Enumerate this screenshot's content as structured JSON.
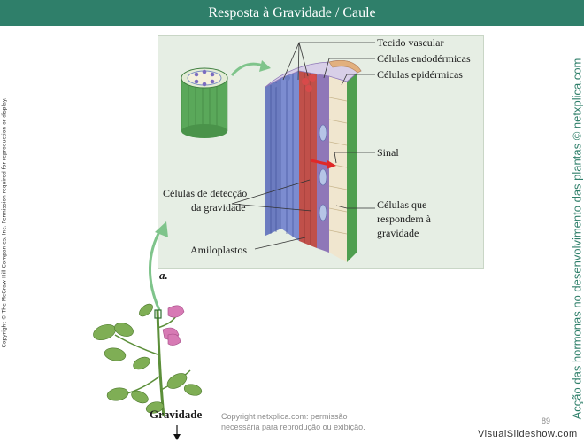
{
  "header": {
    "title": "Resposta à Gravidade / Caule"
  },
  "diagram": {
    "labels": {
      "vascular": "Tecido vascular",
      "endodermal": "Células endodérmicas",
      "epidermal": "Células epidérmicas",
      "signal": "Sinal",
      "detect_line1": "Células de detecção",
      "detect_line2": "da gravidade",
      "respond_line1": "Células que",
      "respond_line2": "respondem à",
      "respond_line3": "gravidade",
      "amyloplasts": "Amiloplastos",
      "part": "a.",
      "gravity": "Gravidade"
    }
  },
  "side": {
    "copyright_vertical": "Copyright © The McGraw-Hill Companies, Inc. Permission required for reproduction or display.",
    "title_vertical": "Acção das hormonas no desenvolvimento das plantas © netxplica.com"
  },
  "footer": {
    "watermark_line1": "Copyright netxplica.com: permissão",
    "watermark_line2": "necessária para reprodução ou exibição.",
    "page_number": "89",
    "brand": "VisualSlideshow.com"
  },
  "colors": {
    "header_bg": "#2f7f6a",
    "panel_bg": "#e6eee4",
    "vascular_blue": "#6c7cc0",
    "vascular_red": "#c0504a",
    "endodermal_purple": "#8f77b8",
    "epidermal_cream": "#f0e6cf",
    "stem_green": "#4f9e4f",
    "signal_red": "#e02828"
  }
}
